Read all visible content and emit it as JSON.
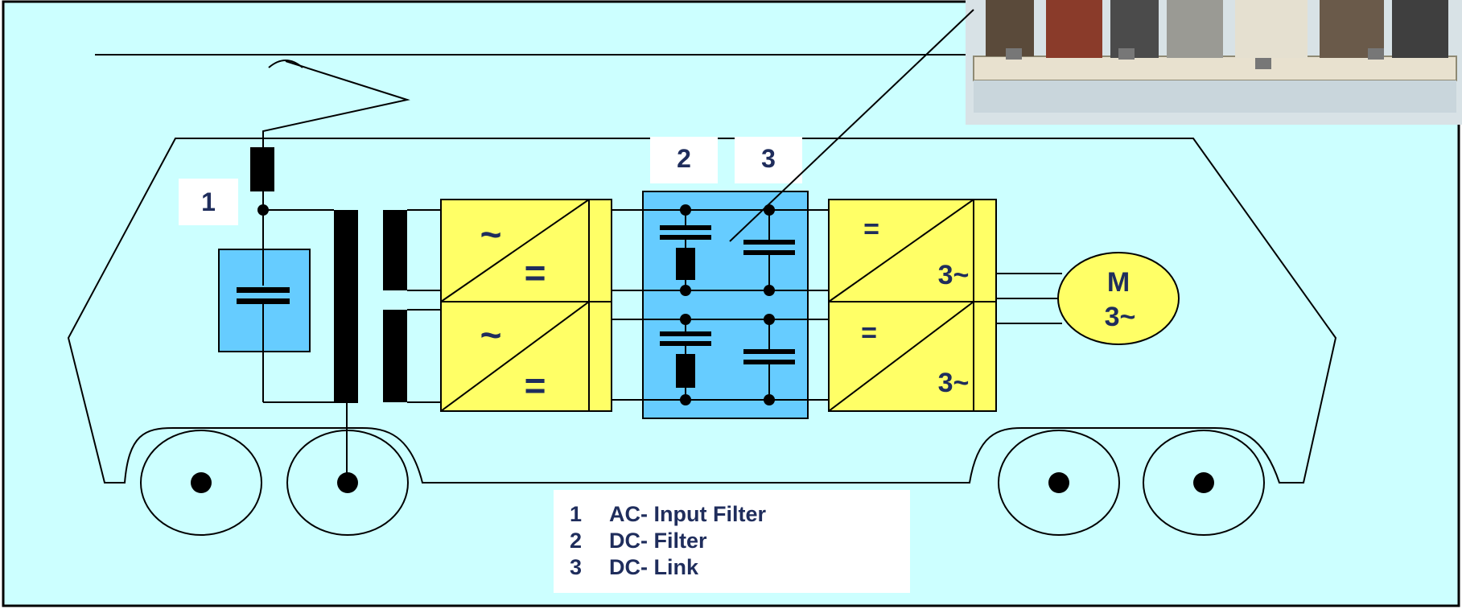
{
  "colors": {
    "background": "#ccffff",
    "converter_fill": "#ffff66",
    "filter_fill": "#66ccff",
    "text": "#1f2d5c",
    "line": "#000000"
  },
  "callouts": {
    "c1": "1",
    "c2": "2",
    "c3": "3"
  },
  "converters": {
    "rect_top_in": "~",
    "rect_top_out": "=",
    "rect_bot_in": "~",
    "rect_bot_out": "=",
    "inv_top_in": "=",
    "inv_top_out": "3~",
    "inv_bot_in": "=",
    "inv_bot_out": "3~"
  },
  "motor": {
    "line1": "M",
    "line2": "3~"
  },
  "legend": {
    "items": [
      {
        "num": "1",
        "text": "AC- Input Filter"
      },
      {
        "num": "2",
        "text": "DC- Filter"
      },
      {
        "num": "3",
        "text": "DC- Link"
      }
    ]
  },
  "photo": {
    "icon": "equipment-photo-icon"
  }
}
